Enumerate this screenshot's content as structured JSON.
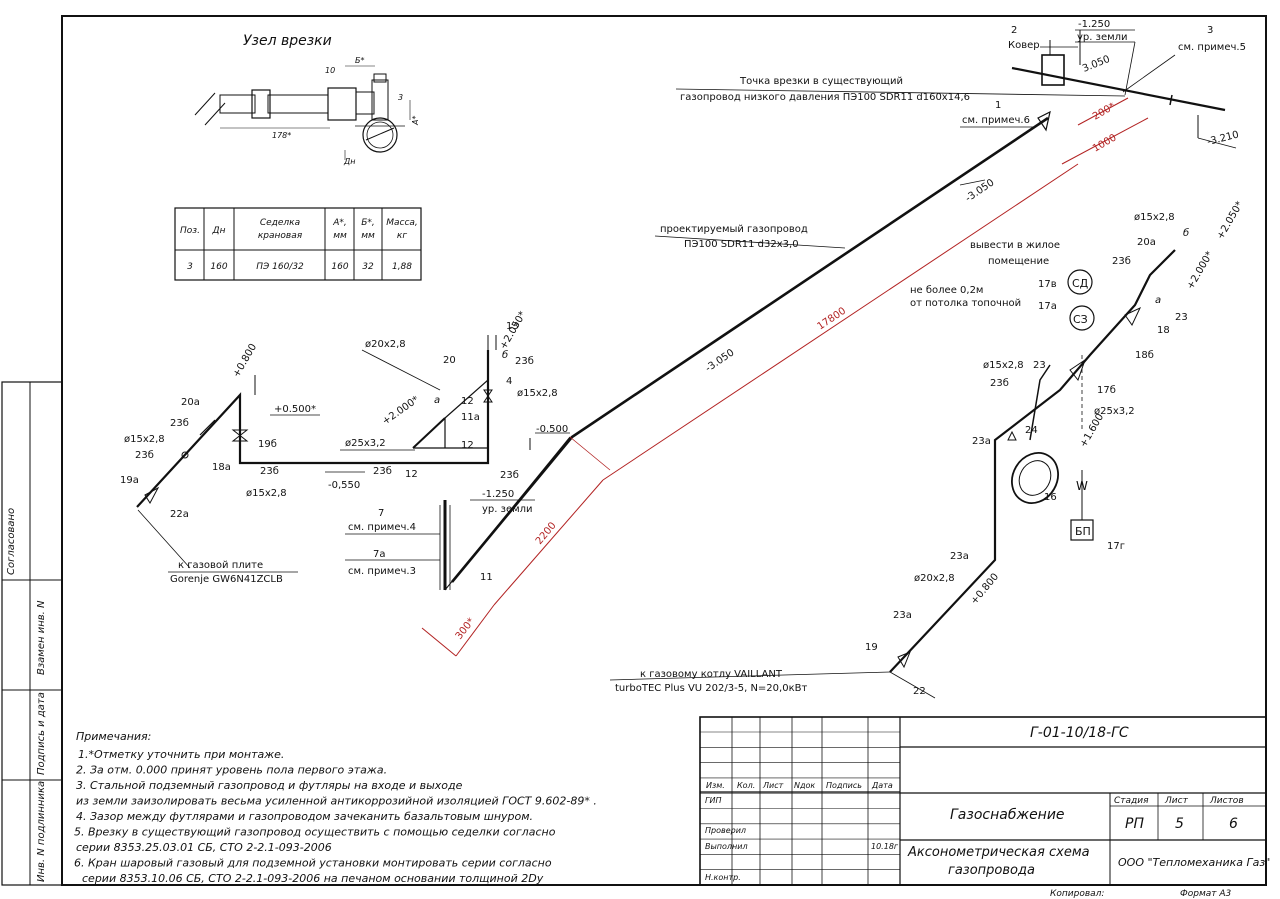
{
  "colors": {
    "ink": "#111111",
    "dimension_red": "#b22222",
    "paper": "#ffffff"
  },
  "side_stamp": {
    "soglasovano": "Согласовано",
    "vzamen": "Взамен инв. N",
    "podpis": "Подпись и дата",
    "inv": "Инв. N подлинника"
  },
  "detail": {
    "title": "Узел врезки",
    "label_10": "10",
    "label_3": "3",
    "label_b": "Б*",
    "label_a": "А*",
    "label_178": "178*",
    "label_dn": "Дн"
  },
  "spec_table": {
    "headers": [
      "Поз.",
      "Дн",
      "Седелка крановая",
      "А*, мм",
      "Б*, мм",
      "Масса, кг"
    ],
    "row": [
      "3",
      "160",
      "ПЭ 160/32",
      "160",
      "32",
      "1,88"
    ]
  },
  "top": {
    "n2": "2",
    "kover": "Ковер",
    "m1250": "-1.250",
    "ur_zemli": "ур. земли",
    "n3": "3",
    "prim5": "см. примеч.5",
    "d3050": "3.050",
    "tochka1": "Точка врезки в существующий",
    "tochka2": "газопровод низкого давления ПЭ100 SDR11 d160х14,6",
    "n1": "1",
    "prim6": "см. примеч.6",
    "d200": "200*",
    "d1000": "1000",
    "m3210": "-3.210"
  },
  "main": {
    "m3050a": "-3.050",
    "proekt1": "проектируемый газопровод",
    "proekt2": "ПЭ100 SDR11 d32х3,0",
    "m3050b": "-3.050",
    "d17800": "17800",
    "d2200": "2200",
    "d300": "300*",
    "n11": "11",
    "n7": "7",
    "prim4": "см. примеч.4",
    "n7a": "7а",
    "prim3": "см. примеч.3",
    "m1250": "-1.250",
    "ur_zemli": "ур. земли"
  },
  "center": {
    "n13": "13",
    "p2050": "+2.050*",
    "d20": "ø20х2,8",
    "n20": "20",
    "b": "б",
    "n23b": "23б",
    "n4": "4",
    "d15": "ø15х2,8",
    "p2000": "+2.000*",
    "a": "а",
    "n12a": "12",
    "n11a": "11а",
    "n12b": "12",
    "n12c": "12",
    "d25": "ø25х3,2",
    "m0500": "-0.500",
    "n23b2": "23б",
    "n23b3": "23б",
    "m0550": "-0,550"
  },
  "left": {
    "p0800": "+0.800",
    "p0500": "+0.500*",
    "n20a": "20а",
    "n23b": "23б",
    "d15a": "ø15х2,8",
    "n19b": "19б",
    "n23b2": "23б",
    "n18a": "18а",
    "n19a": "19а",
    "n23b3": "23б",
    "d15b": "ø15х2,8",
    "n22a": "22а",
    "to_stove": "к газовой плите",
    "stove_model": "Gorenje GW6N41ZCLB"
  },
  "right": {
    "d15": "ø15х2,8",
    "p2050": "+2.050*",
    "n20a": "20а",
    "b": "б",
    "vyvesti1": "вывести в жилое",
    "vyvesti2": "помещение",
    "n23b": "23б",
    "p2000": "+2.000*",
    "n17v": "17в",
    "cd": "СД",
    "ne_bolee1": "не более 0,2м",
    "ne_bolee2": "от потолка топочной",
    "n17a": "17а",
    "cz": "СЗ",
    "a": "а",
    "n18": "18",
    "n23": "23",
    "n18b": "18б",
    "d15b": "ø15х2,8",
    "n23b2": "23б",
    "n17b": "17б",
    "d25": "ø25х3,2",
    "n23a": "23а",
    "n24": "24",
    "p1600": "+1.600",
    "n16": "16",
    "w": "W",
    "bp": "БП",
    "n17g": "17г",
    "n23a2": "23а",
    "d20": "ø20х2,8",
    "p0800": "+0.800",
    "n23a3": "23а",
    "n19": "19",
    "n22": "22",
    "to_boiler": "к газовому котлу VAILLANT",
    "boiler_model": "turboTEC Plus VU 202/3-5, N=20,0кВт"
  },
  "notes": {
    "title": "Примечания:",
    "items": [
      "1.*Отметку уточнить при монтаже.",
      "2. За отм. 0.000 принят уровень пола первого этажа.",
      "3. Стальной подземный газопровод и футляры на входе и выходе",
      "из земли заизолировать весьма усиленной антикоррозийной изоляцией ГОСТ 9.602-89* .",
      "4. Зазор между футлярами и газопроводом зачеканить базальтовым шнуром.",
      "5. Врезку в существующий газопровод осуществить с помощью седелки согласно",
      "серии 8353.25.03.01 СБ, СТО 2-2.1-093-2006",
      "6. Кран шаровый газовый для подземной установки монтировать серии согласно",
      "серии 8353.10.06 СБ, СТО 2-2.1-093-2006 на печаном основании толщиной 2Dy"
    ]
  },
  "title_block": {
    "code": "Г-01-10/18-ГС",
    "col_izm": "Изм.",
    "col_kol": "Кол.",
    "col_list": "Лист",
    "col_ndok": "Nдок",
    "col_podpis": "Подпись",
    "col_data": "Дата",
    "gip": "ГИП",
    "proveril": "Проверил",
    "vypolnil": "Выполнил",
    "date_val": "10.18г",
    "nkontr": "Н.контр.",
    "gazosnabzhenie": "Газоснабжение",
    "stadia": "Стадия",
    "list": "Лист",
    "listov": "Листов",
    "stadia_val": "РП",
    "list_val": "5",
    "listov_val": "6",
    "aks1": "Аксонометрическая схема",
    "aks2": "газопровода",
    "org": "ООО \"Тепломеханика Газ\"",
    "kopiroval": "Копировал:",
    "format": "Формат А3"
  }
}
